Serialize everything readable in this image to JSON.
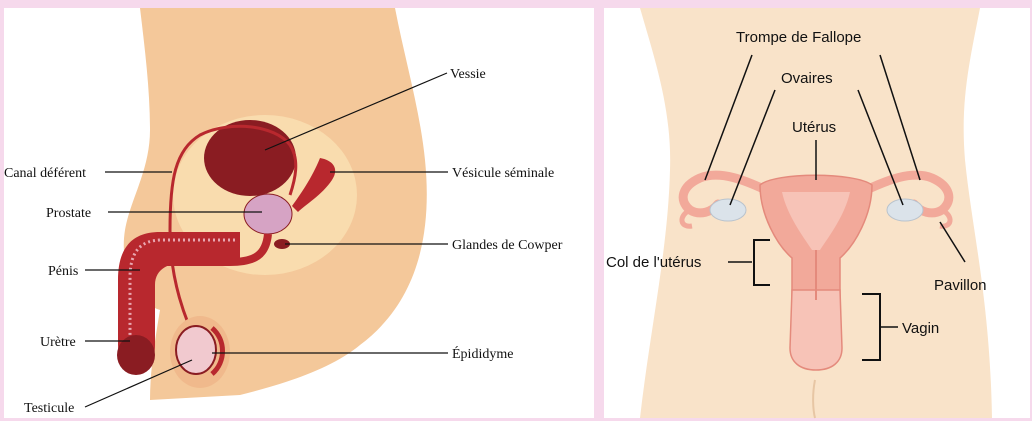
{
  "male": {
    "labels": {
      "vessie": "Vessie",
      "canal": "Canal déférent",
      "vesicule": "Vésicule séminale",
      "prostate": "Prostate",
      "cowper": "Glandes de Cowper",
      "penis": "Pénis",
      "uretre": "Urètre",
      "epididyme": "Épididyme",
      "testicule": "Testicule"
    }
  },
  "female": {
    "labels": {
      "trompe": "Trompe de Fallope",
      "ovaires": "Ovaires",
      "uterus": "Utérus",
      "col": "Col de l'utérus",
      "pavillon": "Pavillon",
      "vagin": "Vagin"
    }
  },
  "colors": {
    "background": "#f6d9ec",
    "skin": "#f4c89a",
    "skin_light": "#f9dcae",
    "organ_dark": "#8a1c22",
    "organ_red": "#b8282e",
    "organ_pink": "#e9a7b1",
    "prostate": "#d6a3c4",
    "uterus_pink": "#f2a99a"
  }
}
